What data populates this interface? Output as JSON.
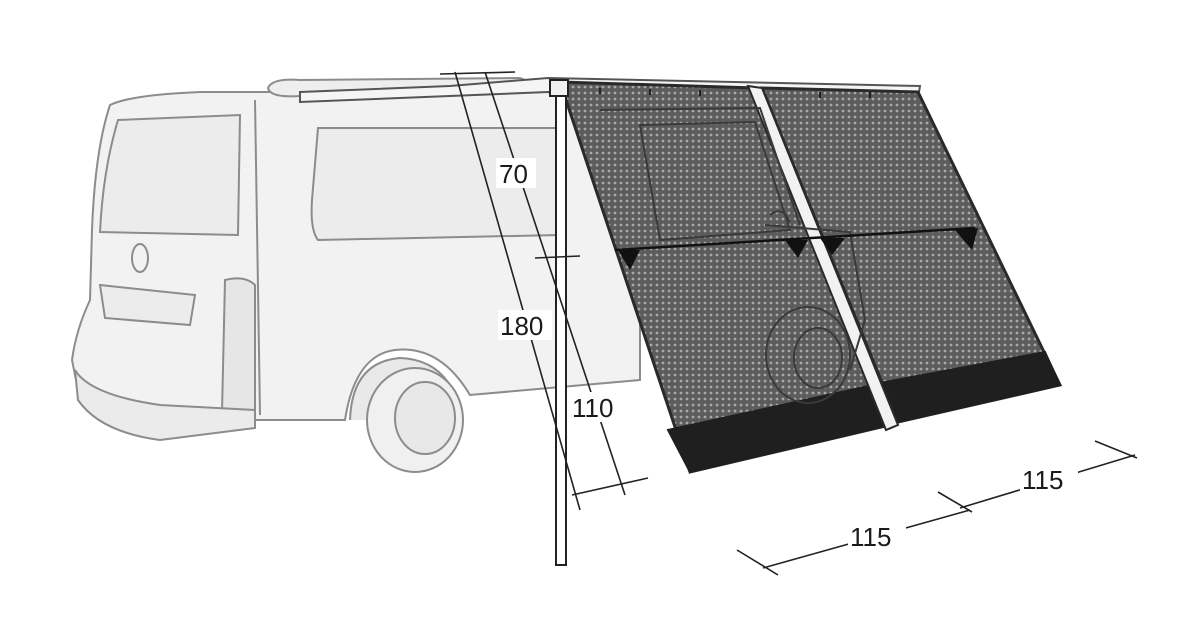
{
  "dimensions": {
    "awning_drop": "70",
    "pole_height": "180",
    "mesh_height": "110",
    "panel_width_left": "115",
    "panel_width_right": "115"
  },
  "colors": {
    "van_outline": "#8c8c8c",
    "van_fill": "#f2f2f2",
    "mesh": "#5a5a5a",
    "mesh_dot": "#9a9a9a",
    "frame": "#2a2a2a",
    "skirt": "#1f1f1f",
    "dim_line": "#222222"
  }
}
